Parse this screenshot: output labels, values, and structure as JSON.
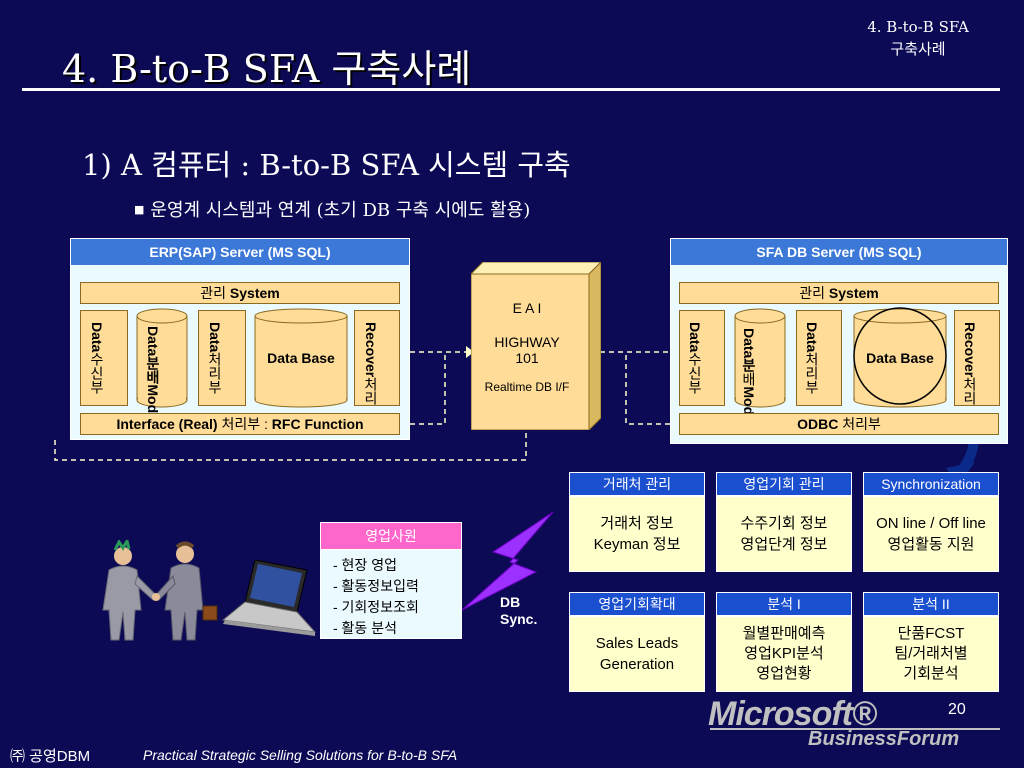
{
  "corner_title": [
    "4. B-to-B SFA",
    "구축사례"
  ],
  "title": "4. B-to-B SFA 구축사례",
  "subtitle": "1) A 컴퓨터 : B-to-B SFA 시스템 구축",
  "bullet": "운영계 시스템과 연계 (초기 DB 구축 시에도 활용)",
  "erp": {
    "header": "ERP(SAP) Server (MS SQL)",
    "mgmt_prefix": "관리",
    "mgmt_bold": "System",
    "col1_bold": "Data",
    "col1_text": "수신부",
    "col2_bold": "Data분배",
    "col2_text": "Module",
    "col3_bold": "Data",
    "col3_text": "처리부",
    "database": "Data Base",
    "col5_bold": "Recover",
    "col5_text": "처리",
    "interface_a": "Interface (Real)",
    "interface_b": "처리부 :",
    "interface_c": "RFC Function"
  },
  "sfa": {
    "header": "SFA DB Server (MS SQL)",
    "mgmt_prefix": "관리",
    "mgmt_bold": "System",
    "col1_bold": "Data",
    "col1_text": "수신부",
    "col2_bold": "Data분",
    "col2_text": "배",
    "col2_bold2": "Module",
    "col3_bold": "Data",
    "col3_text": "처리부",
    "database": "Data Base",
    "col5_bold": "Recover",
    "col5_text": "처리",
    "odbc_bold": "ODBC",
    "odbc_text": "처리부"
  },
  "eai": {
    "line1": "E A I",
    "line2": "HIGHWAY",
    "line3": "101",
    "line4": "Realtime DB I/F"
  },
  "panels": [
    {
      "head": "거래처 관리",
      "body": [
        "거래처 정보",
        "Keyman 정보"
      ]
    },
    {
      "head": "영업기회 관리",
      "body": [
        "수주기회 정보",
        "영업단계 정보"
      ]
    },
    {
      "head": "Synchronization",
      "body": [
        "ON line / Off line",
        "영업활동 지원"
      ]
    },
    {
      "head": "영업기회확대",
      "body": [
        "Sales Leads",
        "Generation"
      ]
    },
    {
      "head": "분석 I",
      "body": [
        "월별판매예측",
        "영업KPI분석",
        "영업현황"
      ]
    },
    {
      "head": "분석 II",
      "body": [
        "단품FCST",
        "팀/거래처별",
        "기회분석"
      ]
    }
  ],
  "sales": {
    "head": "영업사원",
    "items": [
      "-  현장 영업",
      "-  활동정보입력",
      "-  기회정보조회",
      "-  활동 분석"
    ]
  },
  "db_sync": [
    "DB",
    "Sync."
  ],
  "footer": {
    "company": "㈜ 공영DBM",
    "tagline": "Practical Strategic Selling Solutions for B-to-B SFA",
    "page": "20",
    "logo_line1": "Microsoft®",
    "logo_line2": "BusinessForum"
  },
  "colors": {
    "background": "#0d0a55",
    "header_blue": "#3c78d8",
    "box_tan": "#ffdd99",
    "panel_yellow": "#ffffcc",
    "panel_head": "#1a4fd0",
    "pink": "#ff66cc",
    "lightning": "#9b30ff"
  }
}
